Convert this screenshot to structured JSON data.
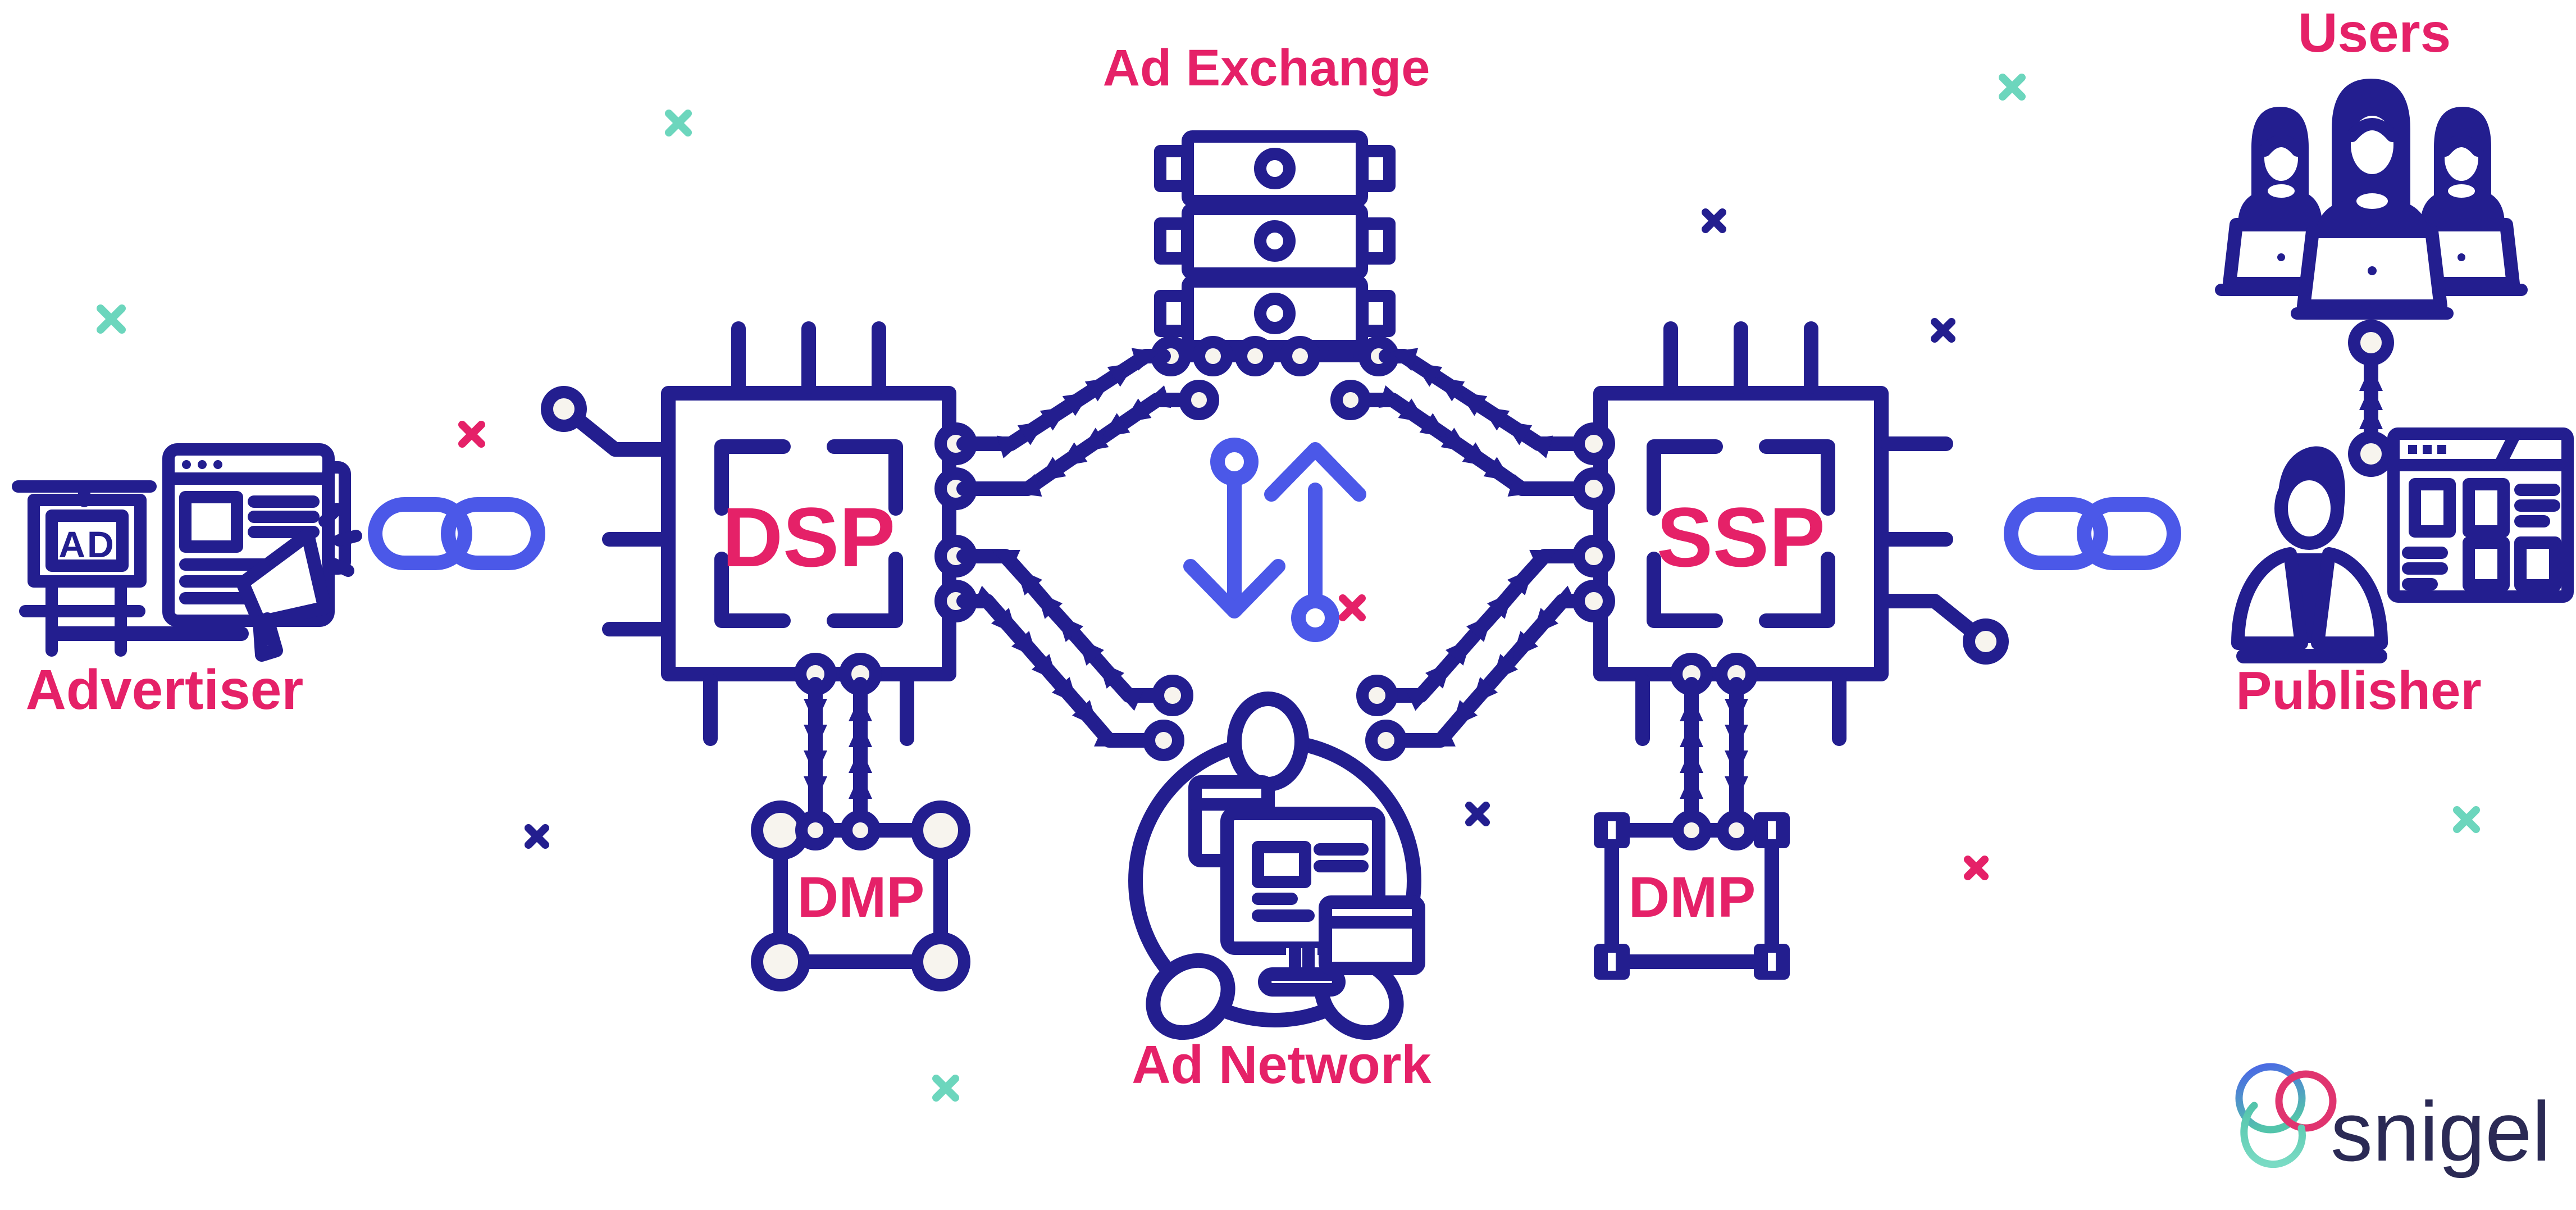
{
  "palette": {
    "navy": "#231e8f",
    "pink": "#e52168",
    "accent_blue": "#4b58e8",
    "teal": "#6cd6bd",
    "node_fill": "#f7f4ee",
    "brand_navy": "#2b2a55"
  },
  "nodes": {
    "advertiser": {
      "label": "Advertiser",
      "billboard_text": "AD"
    },
    "dsp": {
      "label": "DSP"
    },
    "dmp_left": {
      "label": "DMP"
    },
    "ad_exchange": {
      "label": "Ad Exchange"
    },
    "ad_network": {
      "label": "Ad Network"
    },
    "ssp": {
      "label": "SSP"
    },
    "dmp_right": {
      "label": "DMP"
    },
    "users": {
      "label": "Users"
    },
    "publisher": {
      "label": "Publisher"
    }
  },
  "brand": {
    "wordmark": "snigel"
  }
}
